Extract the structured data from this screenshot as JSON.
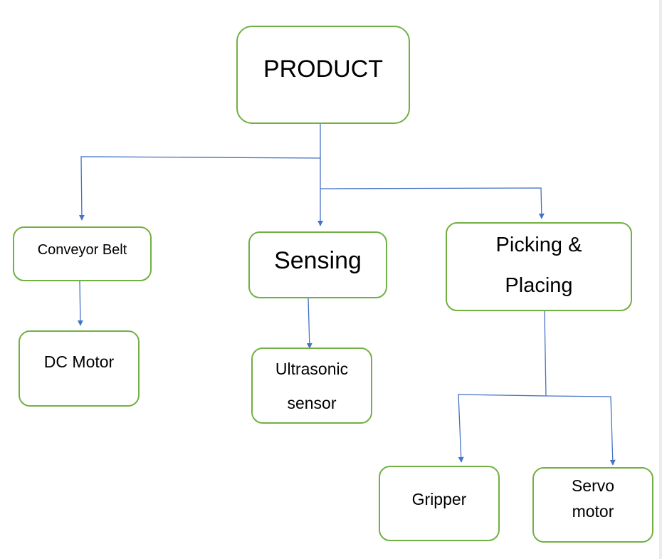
{
  "diagram": {
    "nodes": {
      "product": "PRODUCT",
      "conveyor_belt": "Conveyor Belt",
      "dc_motor": "DC Motor",
      "sensing": "Sensing",
      "ultrasonic_line1": "Ultrasonic",
      "ultrasonic_line2": "sensor",
      "picking_line1": "Picking &",
      "picking_line2": "Placing",
      "gripper": "Gripper",
      "servo_line1": "Servo",
      "servo_line2": "motor"
    },
    "edges": [
      {
        "from": "PRODUCT",
        "to": "Conveyor Belt"
      },
      {
        "from": "PRODUCT",
        "to": "Sensing"
      },
      {
        "from": "PRODUCT",
        "to": "Picking & Placing"
      },
      {
        "from": "Conveyor Belt",
        "to": "DC Motor"
      },
      {
        "from": "Sensing",
        "to": "Ultrasonic sensor"
      },
      {
        "from": "Picking & Placing",
        "to": "Gripper"
      },
      {
        "from": "Picking & Placing",
        "to": "Servo motor"
      }
    ],
    "colors": {
      "node_border": "#72b043",
      "connector": "#4472c4"
    }
  }
}
